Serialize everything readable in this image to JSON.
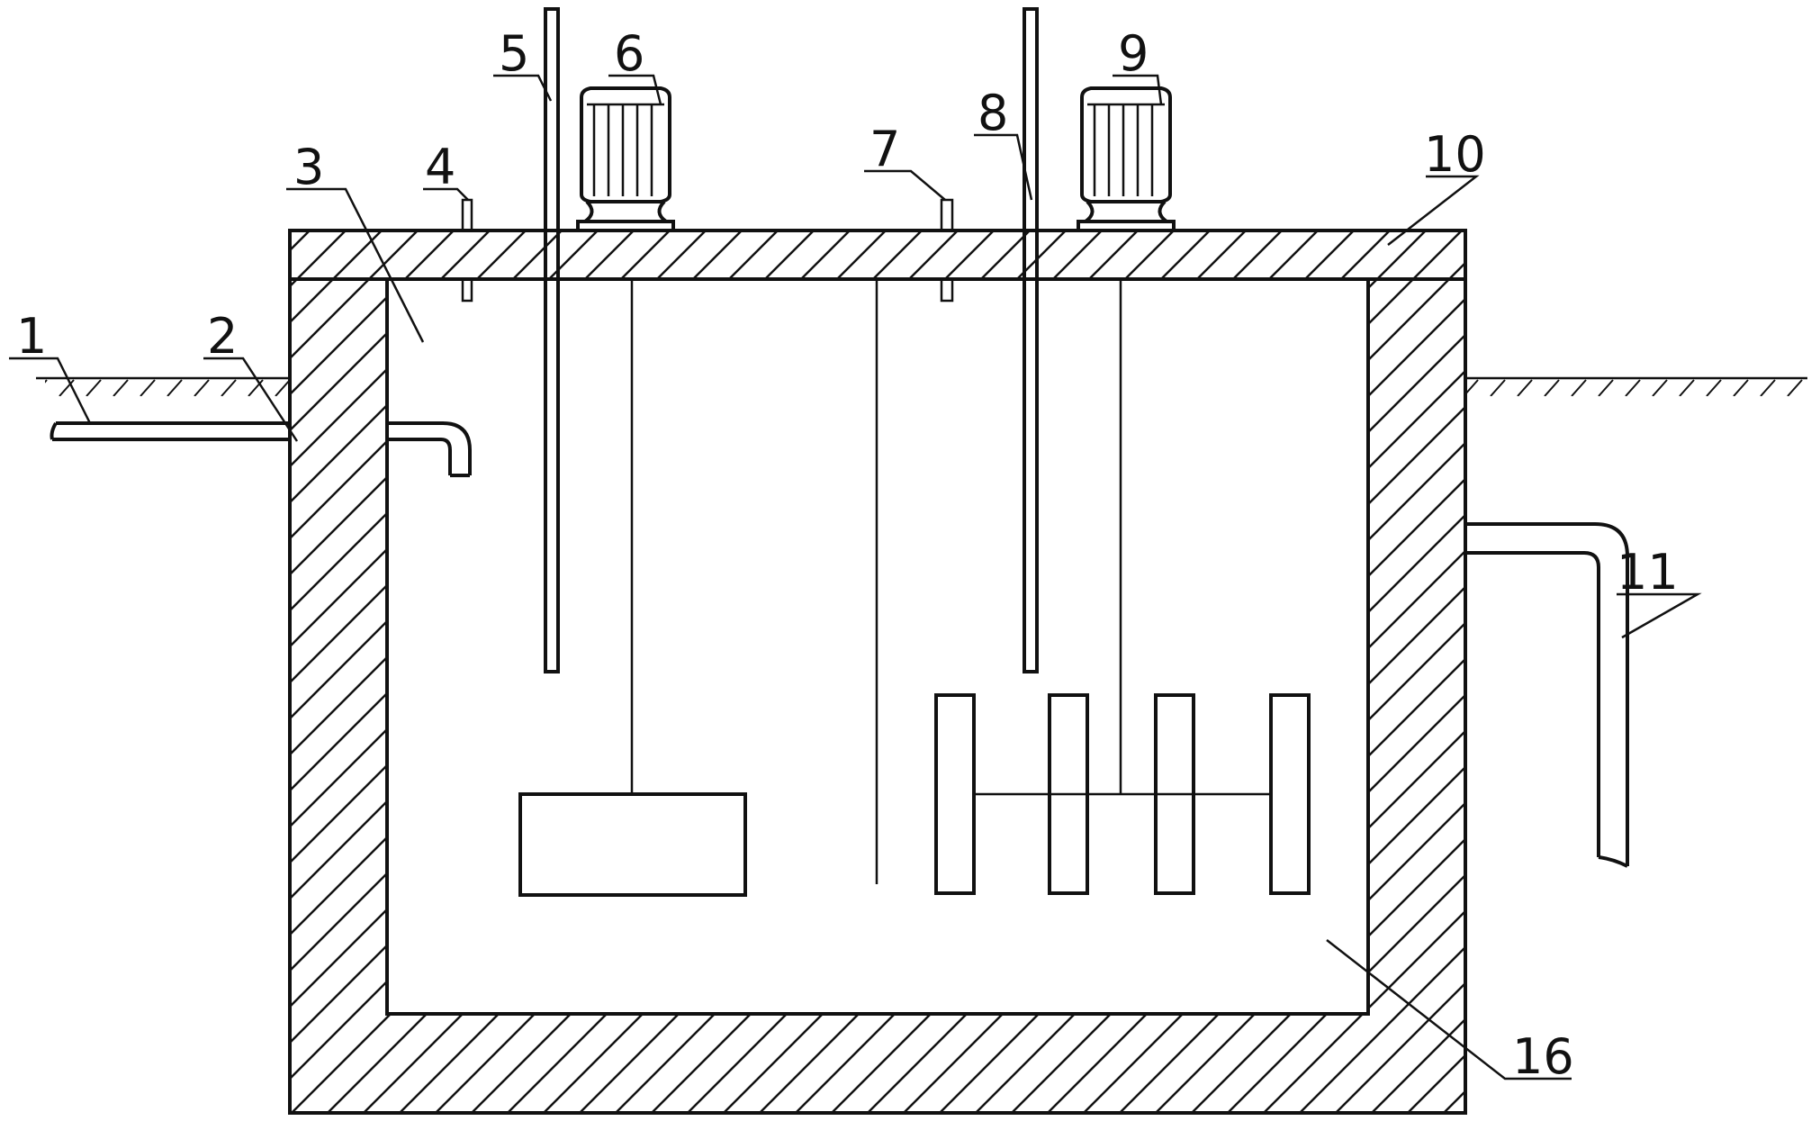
{
  "labels": {
    "l1": "1",
    "l2": "2",
    "l3": "3",
    "l4": "4",
    "l5": "5",
    "l6": "6",
    "l7": "7",
    "l8": "8",
    "l9": "9",
    "l10": "10",
    "l11": "11",
    "l16": "16"
  }
}
